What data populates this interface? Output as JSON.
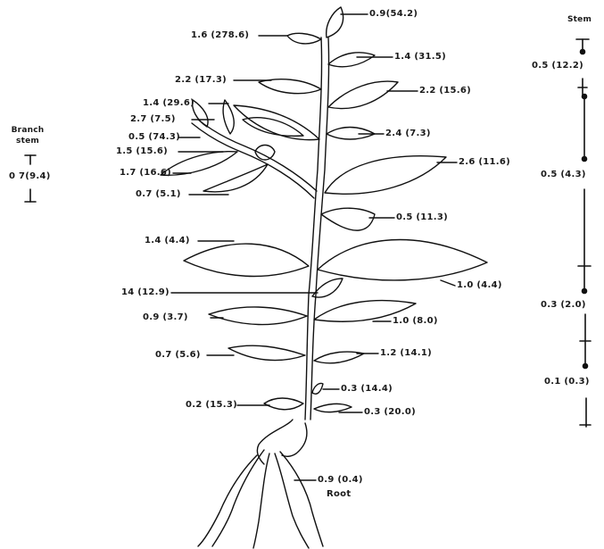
{
  "stem_header": "Stem",
  "branch_header": [
    "Branch",
    "stem"
  ],
  "root_label": "Root",
  "root_value": "0.9 (0.4)",
  "branch_value": "0 7(9.4)",
  "stem_segments": [
    "0.5 (12.2)",
    "0.5 (4.3)",
    "0.3 (2.0)",
    "0.1 (0.3)"
  ],
  "leaf_labels": [
    "0.9(54.2)",
    "1.6 (278.6)",
    "1.4 (31.5)",
    "2.2 (17.3)",
    "2.2 (15.6)",
    "1.4 (29.6)",
    "2.7 (7.5)",
    "2.4 (7.3)",
    "0.5 (74.3)",
    "1.5 (15.6)",
    "1.7 (16.6)",
    "2.6 (11.6)",
    "0.7 (5.1)",
    "0.5 (11.3)",
    "1.4 (4.4)",
    "1.0 (4.4)",
    "14 (12.9)",
    "0.9 (3.7)",
    "1.0 (8.0)",
    "0.7 (5.6)",
    "1.2 (14.1)",
    "0.3 (14.4)",
    "0.2 (15.3)",
    "0.3 (20.0)"
  ]
}
